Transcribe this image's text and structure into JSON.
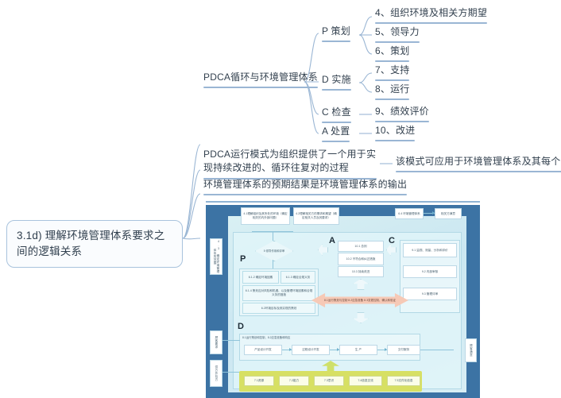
{
  "mindmap": {
    "root": {
      "label": "3.1d) 理解环境管理体系要求之间的逻辑关系"
    },
    "branches": [
      {
        "label": "PDCA循环与环境管理体系"
      },
      {
        "label": "PDCA运行模式为组织提供了一个用于实现持续改进的、循环往复对的过程"
      },
      {
        "label": "该模式可应用于环境管理体系及其每个单独要素"
      },
      {
        "label": "环境管理体系的预期结果是环境管理体系的输出"
      }
    ],
    "pdca_stages": [
      {
        "label": "P 策划"
      },
      {
        "label": "D 实施"
      },
      {
        "label": "C 检查"
      },
      {
        "label": "A 处置"
      }
    ],
    "clauses": [
      {
        "label": "4、组织环境及相关方期望"
      },
      {
        "label": "5、领导力"
      },
      {
        "label": "6、策划"
      },
      {
        "label": "7、支持"
      },
      {
        "label": "8、运行"
      },
      {
        "label": "9、绩效评价"
      },
      {
        "label": "10、改进"
      }
    ]
  },
  "flowchart": {
    "stage_markers": [
      {
        "label": "P"
      },
      {
        "label": "D"
      },
      {
        "label": "C"
      },
      {
        "label": "A"
      }
    ],
    "top_boxes": [
      {
        "label": "4.1理解组织及其所处的环境（确定相关的内外部问题）"
      },
      {
        "label": "4.2理解相关方的需求和期望（确定相关人员及其要求）"
      }
    ],
    "top_right_boxes": [
      {
        "label": "6.4 环境管理体系"
      },
      {
        "label": "相关方满意"
      }
    ],
    "left_boxes": [
      {
        "label": "4.3 确定环境管理体系的范围"
      },
      {
        "label": "顾客要求"
      },
      {
        "label": "供方外包方"
      }
    ],
    "decision": {
      "label": "5 领导作用和评审"
    },
    "p_boxes": [
      {
        "label": "6.1.2 确定环境因素"
      },
      {
        "label": "6.1.3 确定合规义务"
      },
      {
        "label": "6.1.4 策划应对风险和机遇、以及管理环境因素和合规义务的措施"
      },
      {
        "label": "6.2环境目标及其实现的策划"
      }
    ],
    "a_boxes": [
      {
        "label": "10.1  总则"
      },
      {
        "label": "10.2  不符合和纠正措施"
      },
      {
        "label": "10.3  持续改进"
      }
    ],
    "c_boxes": [
      {
        "label": "9.1 监视、测量、分析和评价"
      },
      {
        "label": "9.2 内部审核"
      },
      {
        "label": "9.3 管理评审"
      }
    ],
    "center_arrow": {
      "label": "8.1运行策划与控制 8.2应急准备 8.3变更控制、确认和验证"
    },
    "d_header": {
      "label": "8.1运行策划和控制、8.2应急准备和响应"
    },
    "process_boxes": [
      {
        "label": "产品设计开发"
      },
      {
        "label": "过程设计开发"
      },
      {
        "label": "生  产"
      },
      {
        "label": "交付服务"
      }
    ],
    "support_boxes": [
      {
        "label": "7.1资源"
      },
      {
        "label": "7.2能力"
      },
      {
        "label": "7.3意识"
      },
      {
        "label": "7.4信息交流"
      },
      {
        "label": "7.5文件化信息"
      }
    ],
    "right_out": {
      "label": "顾客满意"
    }
  },
  "colors": {
    "link": "#9ab6d4",
    "node_border": "#a9c3dd",
    "chart_bg": "#3c73a4",
    "support_band": "#d7e063",
    "center_arrow": "#f6c9b6"
  }
}
